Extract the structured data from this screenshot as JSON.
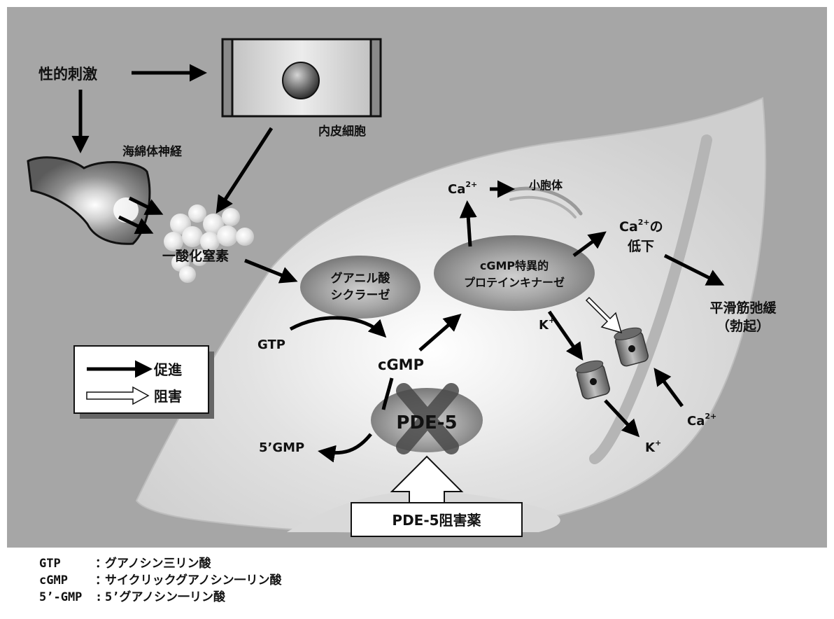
{
  "diagram": {
    "stimulus": "性的刺激",
    "endothelial_cell": "内皮細胞",
    "cavernous_nerve": "海綿体神経",
    "nitric_oxide": "一酸化窒素",
    "guanylate_cyclase": [
      "グアニル酸",
      "シクラーゼ"
    ],
    "pkg": [
      "cGMP特異的",
      "プロテインキナーゼ"
    ],
    "er": "小胞体",
    "ca_decrease": [
      "Ca",
      "2+",
      "の",
      "低下"
    ],
    "relaxation": [
      "平滑筋弛緩",
      "（勃起）"
    ],
    "gtp": "GTP",
    "cgmp": "cGMP",
    "gmp5": "5’GMP",
    "pde5": "PDE-5",
    "inhibitor": "PDE-5阻害薬",
    "ion_ca": "Ca",
    "ion_ca_charge": "2+",
    "ion_k": "K",
    "ion_k_charge": "+"
  },
  "legend": {
    "promote": "促進",
    "inhibit": "阻害"
  },
  "abbreviations": [
    {
      "term": "GTP",
      "sep": "：",
      "meaning": "グアノシン三リン酸"
    },
    {
      "term": "cGMP",
      "sep": "：",
      "meaning": "サイクリックグアノシン一リン酸"
    },
    {
      "term": "5’-GMP",
      "sep": ":",
      "meaning": "5’グアノシン一リン酸"
    }
  ],
  "colors": {
    "background": "#a6a6a6",
    "arrow_promote": "#000000",
    "arrow_inhibit": "#ffffff"
  }
}
